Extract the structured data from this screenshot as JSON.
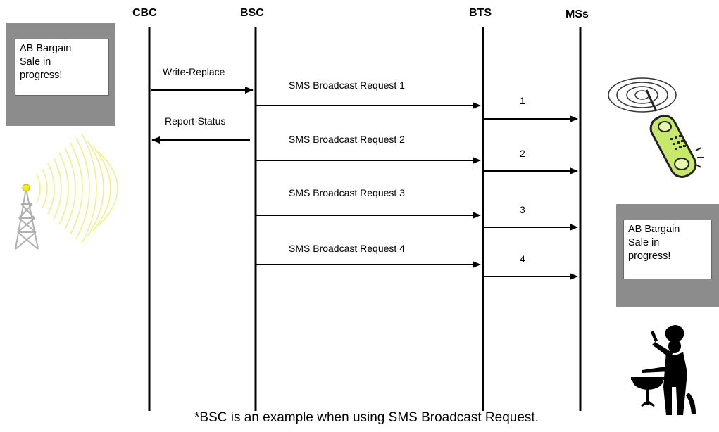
{
  "lanes": {
    "cbc": "CBC",
    "bsc": "BSC",
    "bts": "BTS",
    "mss": "MSs"
  },
  "messages": {
    "write_replace": "Write-Replace",
    "report_status": "Report-Status",
    "req1": "SMS Broadcast Request 1",
    "req2": "SMS Broadcast Request 2",
    "req3": "SMS Broadcast Request 3",
    "req4": "SMS Broadcast Request 4",
    "n1": "1",
    "n2": "2",
    "n3": "3",
    "n4": "4"
  },
  "notices": {
    "left_line1": "AB Bargain",
    "left_line2": "Sale in",
    "left_line3": "progress!",
    "right_line1": "AB Bargain",
    "right_line2": "Sale in",
    "right_line3": "progress!"
  },
  "footnote": "*BSC is an example when using SMS Broadcast Request.",
  "colors": {
    "notice_gray": "#8c8c8c",
    "radio_waves": "#f2ef8a",
    "tower": "#b0b0b0",
    "phone_green": "#c7e86a"
  }
}
